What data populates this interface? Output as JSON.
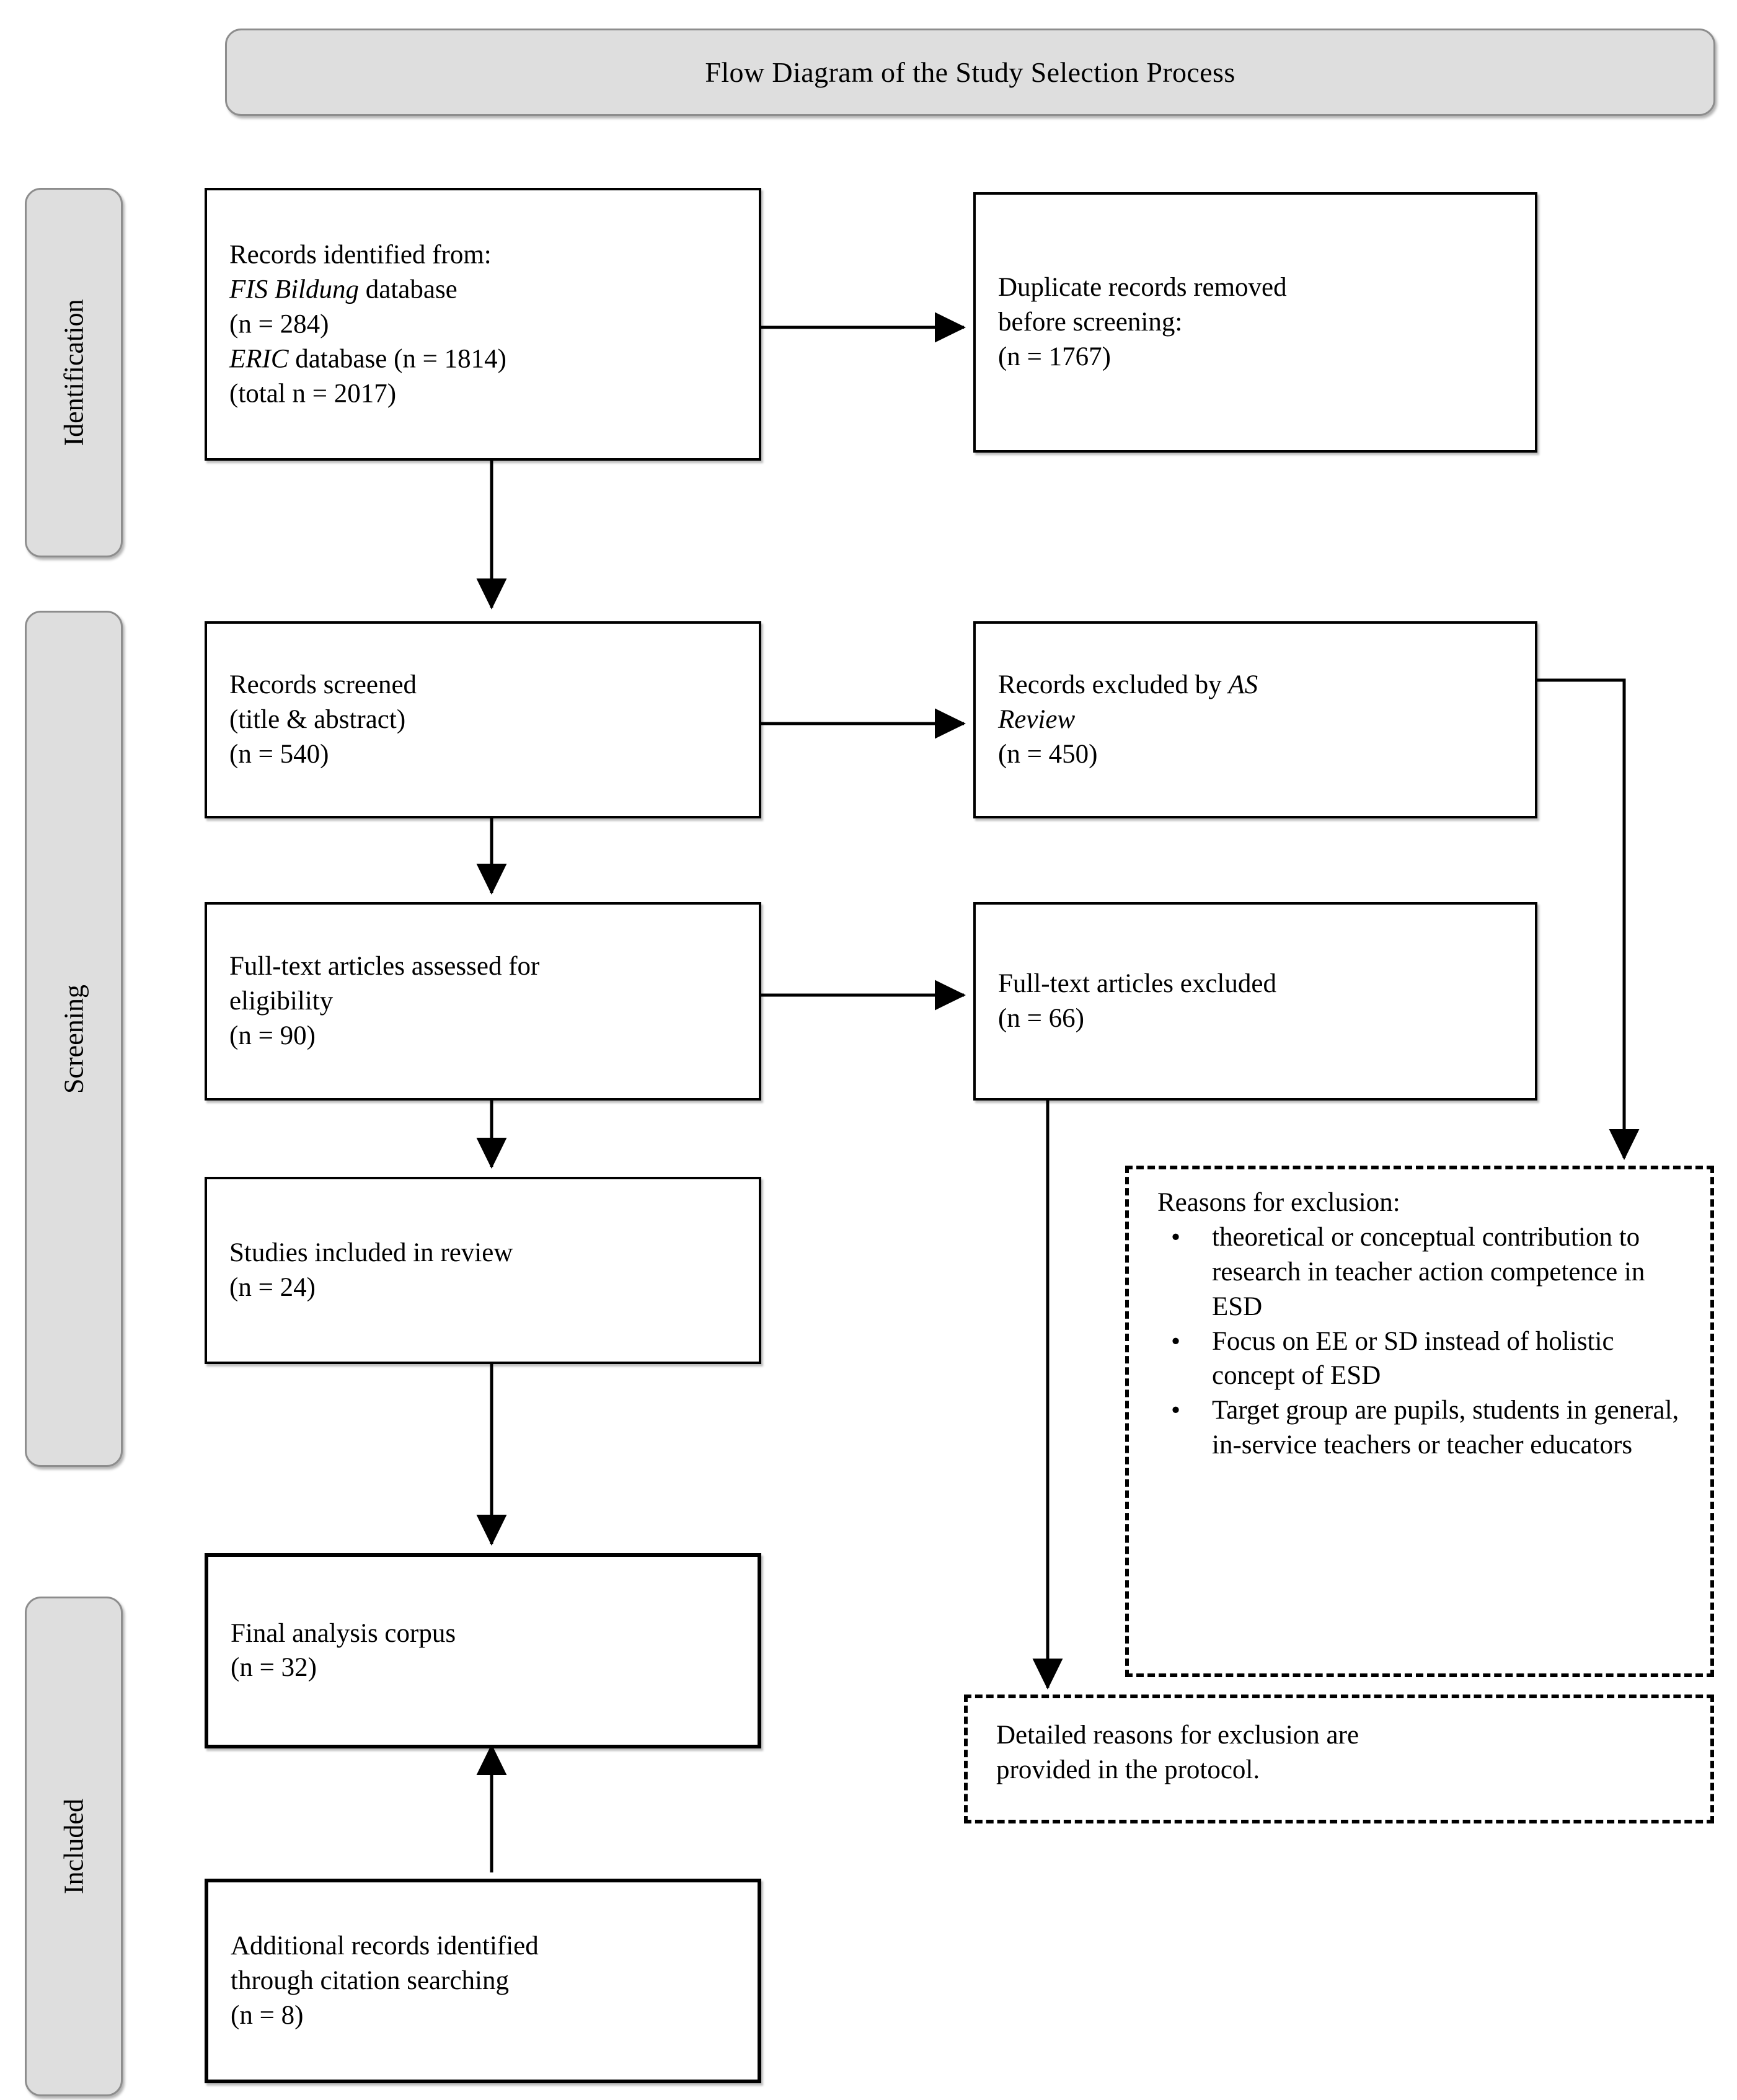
{
  "title": "Flow Diagram of the Study Selection Process",
  "stages": [
    {
      "label": "Identification"
    },
    {
      "label": "Screening"
    },
    {
      "label": "Included"
    }
  ],
  "boxes": {
    "records_identified": {
      "line1": "Records identified from:",
      "line2_italic": "FIS Bildung",
      "line2_rest": " database",
      "line3": "(n = 284)",
      "line4_italic": "ERIC",
      "line4_rest": " database (n = 1814)",
      "line5": "(total n = 2017)"
    },
    "duplicates_removed": {
      "line1": "Duplicate records removed",
      "line2": "before screening:",
      "line3": "(n = 1767)"
    },
    "records_screened": {
      "line1": "Records screened",
      "line2": "(title & abstract)",
      "line3": "(n = 540)"
    },
    "records_excluded": {
      "line1_pre": "Records excluded by ",
      "line1_italic": "AS",
      "line2_italic": "Review",
      "line3": "(n = 450)"
    },
    "fulltext_assessed": {
      "line1": "Full-text articles assessed for",
      "line2": "eligibility",
      "line3": "(n = 90)"
    },
    "fulltext_excluded": {
      "line1": "Full-text articles excluded",
      "line2": "(n = 66)"
    },
    "studies_included": {
      "line1": "Studies included in review",
      "line2": "(n = 24)"
    },
    "final_corpus": {
      "line1": "Final analysis corpus",
      "line2": "(n = 32)"
    },
    "additional_records": {
      "line1": "Additional records identified",
      "line2": "through citation searching",
      "line3": "(n = 8)"
    },
    "reasons_for_exclusion": {
      "heading": "Reasons for exclusion:",
      "bullet_glyph": "•",
      "items": [
        "theoretical or conceptual contribution to research in teacher action competence in ESD",
        "Focus on EE or SD instead of holistic concept of ESD",
        "Target group are pupils, students in general, in-service teachers or teacher educators"
      ]
    },
    "detailed_reasons": {
      "line1": "Detailed reasons for exclusion are",
      "line2": "provided in the protocol."
    }
  },
  "colors": {
    "band_fill": "#dedede",
    "band_border": "#8d8d8d",
    "box_border": "#000000",
    "page_bg": "#ffffff"
  }
}
